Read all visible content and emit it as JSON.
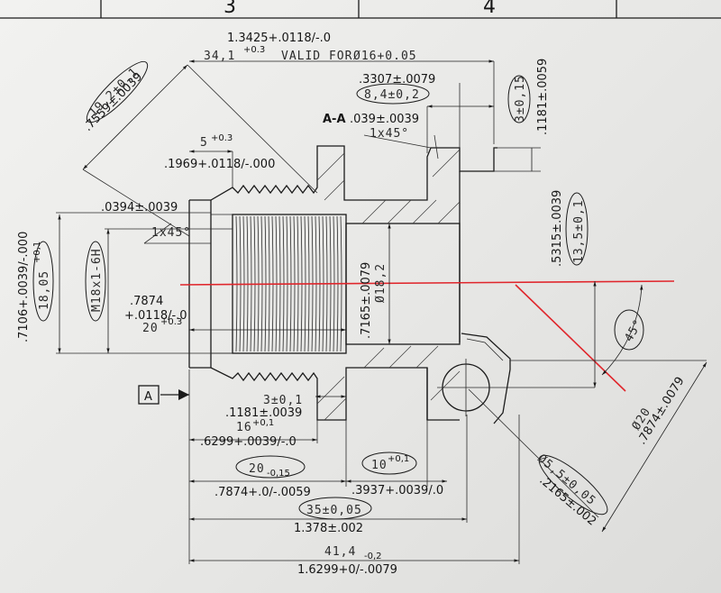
{
  "title_block": {
    "col_left": "3",
    "col_right": "4"
  },
  "section_label": "A-A",
  "datum": "A",
  "dims": {
    "overall_len_in": "1.3425+.0118/-.0",
    "overall_len_mm": "34,1",
    "overall_len_mm_tol": "+0.3",
    "overall_len_note": "VALID FOR",
    "overall_len_dia": "Ø16+0.05",
    "diag_in": ".7559±.0039",
    "diag_mm": "19,2±0,1",
    "flange_in": ".3307±.0079",
    "flange_mm": "8,4±0,2",
    "chamfer_in": ".039±.0039",
    "chamfer_mm": "1x45°",
    "right_top_mm": "3±0,15",
    "right_top_in": ".1181±.0059",
    "small_mm": "5",
    "small_mm_tol": "+0.3",
    "small_in": ".1969+.0118/-.000",
    "left_top_in": ".0394±.0039",
    "left_chamfer": "1x45°",
    "thread": "M18x1-6H",
    "od_in": ".7106+.0039/-.000",
    "od_mm": "18,05",
    "od_mm_tol": "+0,1",
    "thread_depth_in_1": ".7874",
    "thread_depth_in_2": "+.0118/-.0",
    "thread_depth_mm": "20",
    "thread_depth_mm_tol": "+0.3",
    "bore_in": ".7165±.0079",
    "bore_mm": "Ø18,2",
    "right_mm": "13,5±0,1",
    "right_in": ".5315±.0039",
    "angle": "45°",
    "groove_mm": "3±0,1",
    "groove_in": ".1181±.0039",
    "depth16_mm": "16",
    "depth16_tol": "+0,1",
    "depth16_in": ".6299+.0039/-.0",
    "len20_mm": "20",
    "len20_tol": "-0,15",
    "len20_in": ".7874+.0/-.0059",
    "len10_mm": "10",
    "len10_tol": "+0,1",
    "len10_in": ".3937+.0039/.0",
    "len35_mm": "35±0,05",
    "len35_in": "1.378±.002",
    "len41_mm": "41,4",
    "len41_tol": "-0,2",
    "len41_in": "1.6299+0/-.0079",
    "dia20_mm": "Ø20",
    "dia20_in": ".7874±.0079",
    "hole_mm": "Ø5,5±0,05",
    "hole_in": ".2165±.002"
  },
  "colors": {
    "red_line": "#e0262c",
    "ink": "#1b1b1b",
    "paper": "#eeeeec"
  }
}
